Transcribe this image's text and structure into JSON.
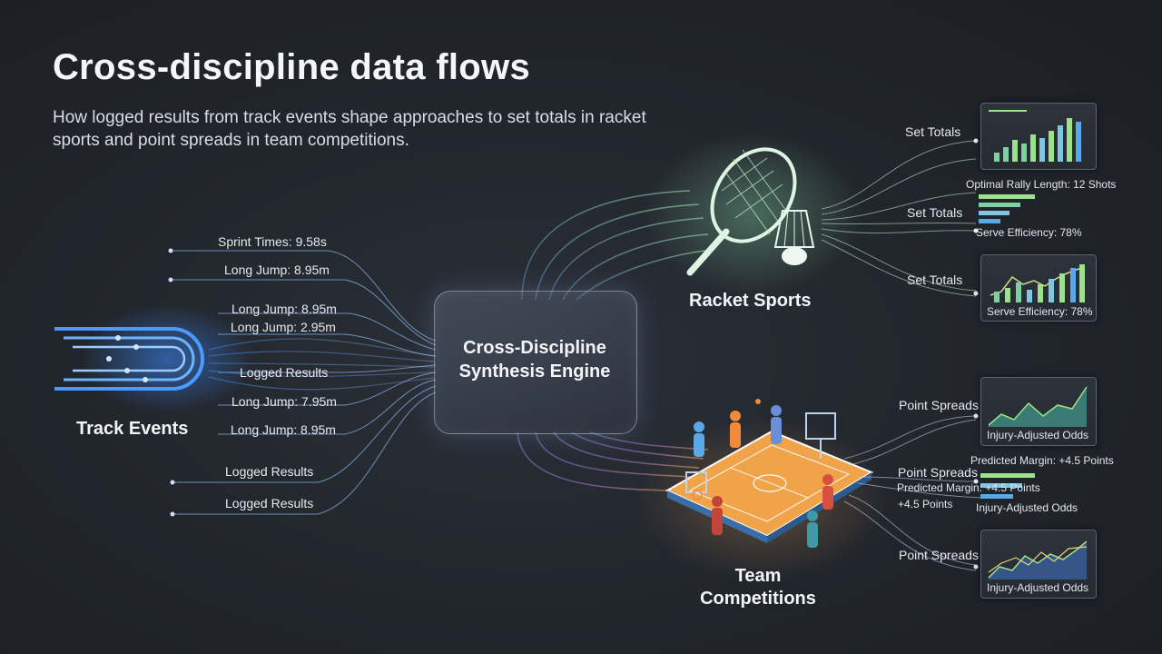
{
  "header": {
    "title": "Cross-discipline data flows",
    "subtitle": "How logged results from track events shape approaches to set totals in racket sports and point spreads in team competitions."
  },
  "track": {
    "name": "Track Events",
    "labels": [
      "Sprint Times: 9.58s",
      "Long Jump: 8.95m",
      "Long Jump:  8.95m",
      "Long Jump: 2.95m",
      "Logged Results",
      "Long Jump: 7.95m",
      "Long Jump: 8.95m",
      "Logged Results",
      "Logged Results"
    ]
  },
  "engine": {
    "line1": "Cross-Discipline",
    "line2": "Synthesis Engine"
  },
  "racket": {
    "name": "Racket Sports",
    "set_totals_1": "Set Totals",
    "set_totals_2": "Set Totals",
    "set_totals_3": "Set Totals",
    "rally": "Optimal Rally Length: 12 Shots",
    "serve_1": "Serve Efficiency: 78%",
    "serve_2": "Serve Efficiency: 78%"
  },
  "team": {
    "name_line1": "Team",
    "name_line2": "Competitions",
    "point_spreads_1": "Point Spreads",
    "point_spreads_2": "Point Spreads",
    "point_spreads_3": "Point Spreads",
    "injury_1": "Injury-Adjusted Odds",
    "injury_2": "Injury-Adjusted Odds",
    "injury_3": "Injury-Adjusted Odds",
    "predicted_1": "Predicted Margin: +4.5 Points",
    "predicted_2": "Predicted Margin: +4.5 Points",
    "points": "+4.5 Points"
  },
  "colors": {
    "track_glow": "#3d8bff",
    "racket_glow": "#8fe3b0",
    "team_glow": "#f2a65a",
    "bar_green": "#9be28a",
    "bar_blue": "#5aa9e6"
  }
}
